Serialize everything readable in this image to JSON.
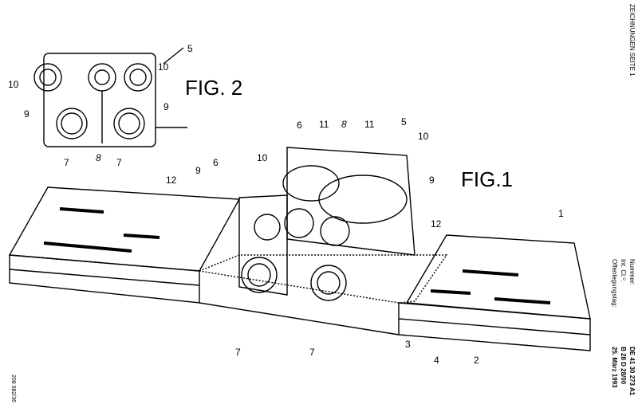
{
  "header": {
    "sheet": "ZEICHNUNGEN SEITE 1"
  },
  "meta": {
    "number_label": "Nummer:",
    "class_label": "Int. Cl.⁵:",
    "date_label": "Offenlegungstag:",
    "number_value": "DE 41 30 273 A1",
    "class_value": "B 28 D 28/00",
    "date_value": "25. März 1993"
  },
  "footer": {
    "code": "208 082/36"
  },
  "fig2": {
    "title": "FIG. 2",
    "labels": [
      "5",
      "10",
      "10",
      "9",
      "9",
      "7",
      "8",
      "7"
    ]
  },
  "fig1": {
    "title": "FIG.1",
    "labels": [
      "5",
      "6",
      "6",
      "11",
      "8",
      "11",
      "10",
      "10",
      "9",
      "9",
      "12",
      "12",
      "1",
      "7",
      "7",
      "3",
      "4",
      "2"
    ]
  }
}
